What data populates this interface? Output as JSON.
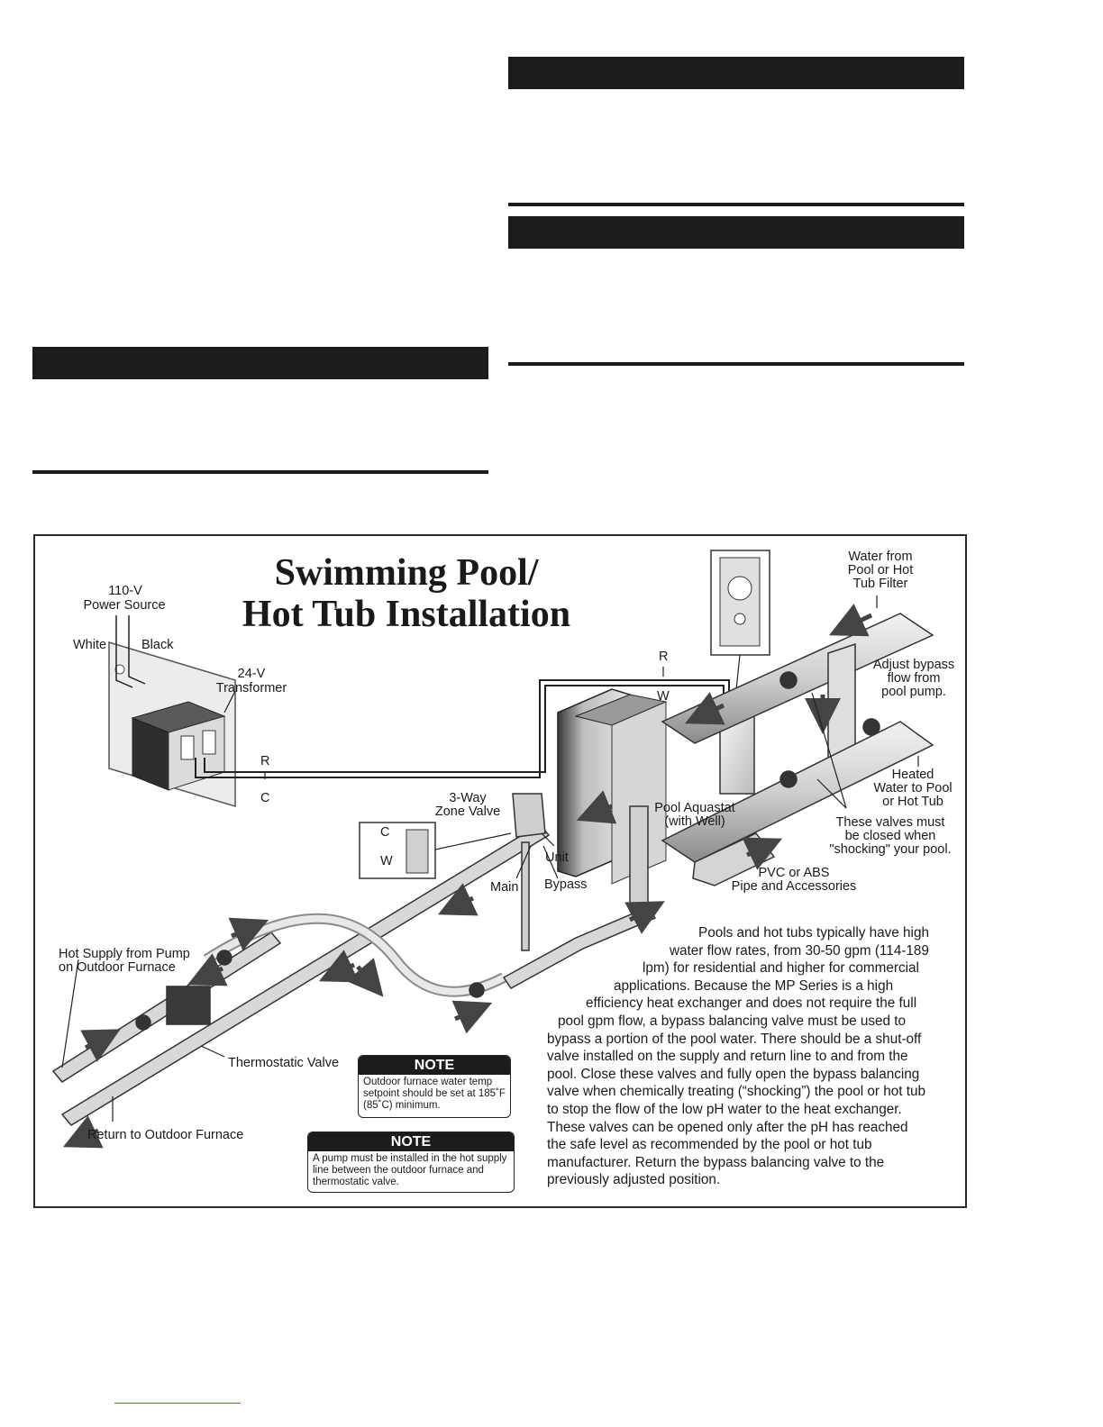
{
  "diagram": {
    "title_line1": "Swimming Pool/",
    "title_line2": "Hot Tub Installation",
    "labels": {
      "power_1": "110-V",
      "power_2": "Power Source",
      "white": "White",
      "black": "Black",
      "transformer_1": "24-V",
      "transformer_2": "Transformer",
      "r_left": "R",
      "c_left": "C",
      "r_top": "R",
      "w_top": "W",
      "zone_valve_1": "3-Way",
      "zone_valve_2": "Zone Valve",
      "c_box": "C",
      "w_box": "W",
      "unit": "Unit",
      "main": "Main",
      "bypass": "Bypass",
      "aquastat_1": "Pool Aquastat",
      "aquastat_2": "(with Well)",
      "water_from_1": "Water from",
      "water_from_2": "Pool or Hot",
      "water_from_3": "Tub Filter",
      "adjust_1": "Adjust bypass",
      "adjust_2": "flow from",
      "adjust_3": "pool pump.",
      "heated_1": "Heated",
      "heated_2": "Water to Pool",
      "heated_3": "or Hot Tub",
      "valves_closed_1": "These valves must",
      "valves_closed_2": "be closed when",
      "valves_closed_3": "\"shocking\" your pool.",
      "pvc_1": "PVC or ABS",
      "pvc_2": "Pipe and Accessories",
      "hot_supply_1": "Hot Supply from Pump",
      "hot_supply_2": "on Outdoor Furnace",
      "thermostatic": "Thermostatic Valve",
      "return": "Return to Outdoor Furnace"
    },
    "note1": {
      "heading": "NOTE",
      "text": "Outdoor furnace water temp setpoint should be set at 185˚F (85˚C) minimum."
    },
    "note2": {
      "heading": "NOTE",
      "text": "A pump must be installed in the hot supply line between the outdoor furnace and thermostatic valve."
    },
    "paragraph": [
      "Pools and hot tubs typically have high",
      "water flow rates, from 30-50 gpm (114-189",
      "lpm) for residential and higher for commercial",
      "applications. Because the MP Series is a high",
      "efficiency heat exchanger and does not require the full",
      "pool gpm flow, a bypass balancing valve must be used to",
      "bypass a portion of the pool water. There should be a shut-off",
      "valve installed on the supply and return line to and from the",
      "pool. Close these valves and fully open the bypass balancing",
      "valve when chemically treating (“shocking”) the pool or hot tub",
      "to stop the flow of the low pH water to the heat exchanger.",
      "These valves can be opened only after the pH has reached",
      "the safe level as recommended by the pool or hot tub",
      "manufacturer. Return the bypass balancing valve to the",
      "previously adjusted position."
    ]
  }
}
